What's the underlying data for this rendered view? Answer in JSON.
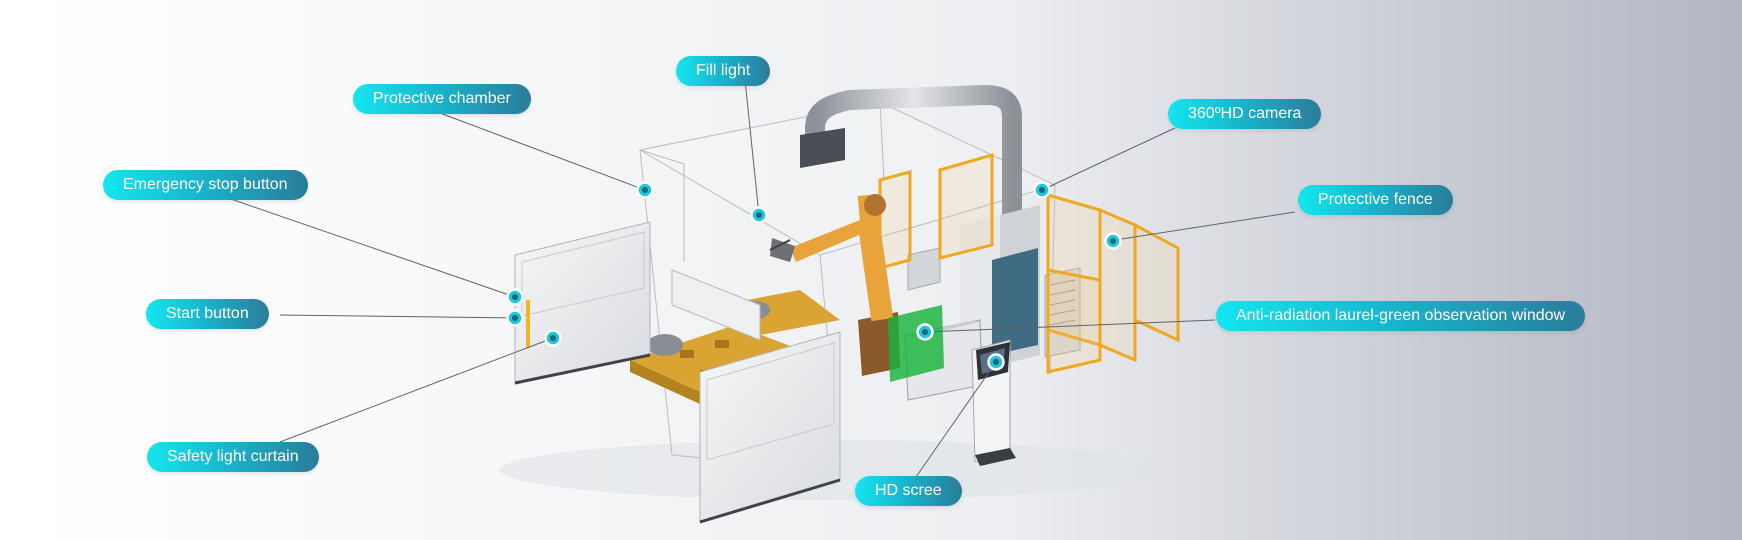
{
  "colors": {
    "callout_start": "#14e6ee",
    "callout_end": "#2a7c9a",
    "hotspot": "#1fc6dc",
    "frame": "#f0a820",
    "robot": "#e8a43a",
    "observation_window": "#19b33c"
  },
  "callouts": {
    "fill_light": "Fill light",
    "protective_chamber": "Protective chamber",
    "camera": "360ºHD camera",
    "emergency_stop": "Emergency stop button",
    "protective_fence": "Protective fence",
    "start_button": "Start button",
    "observation_window": "Anti-radiation laurel-green observation window",
    "safety_light_curtain": "Safety light curtain",
    "hd_screen": "HD scree"
  }
}
